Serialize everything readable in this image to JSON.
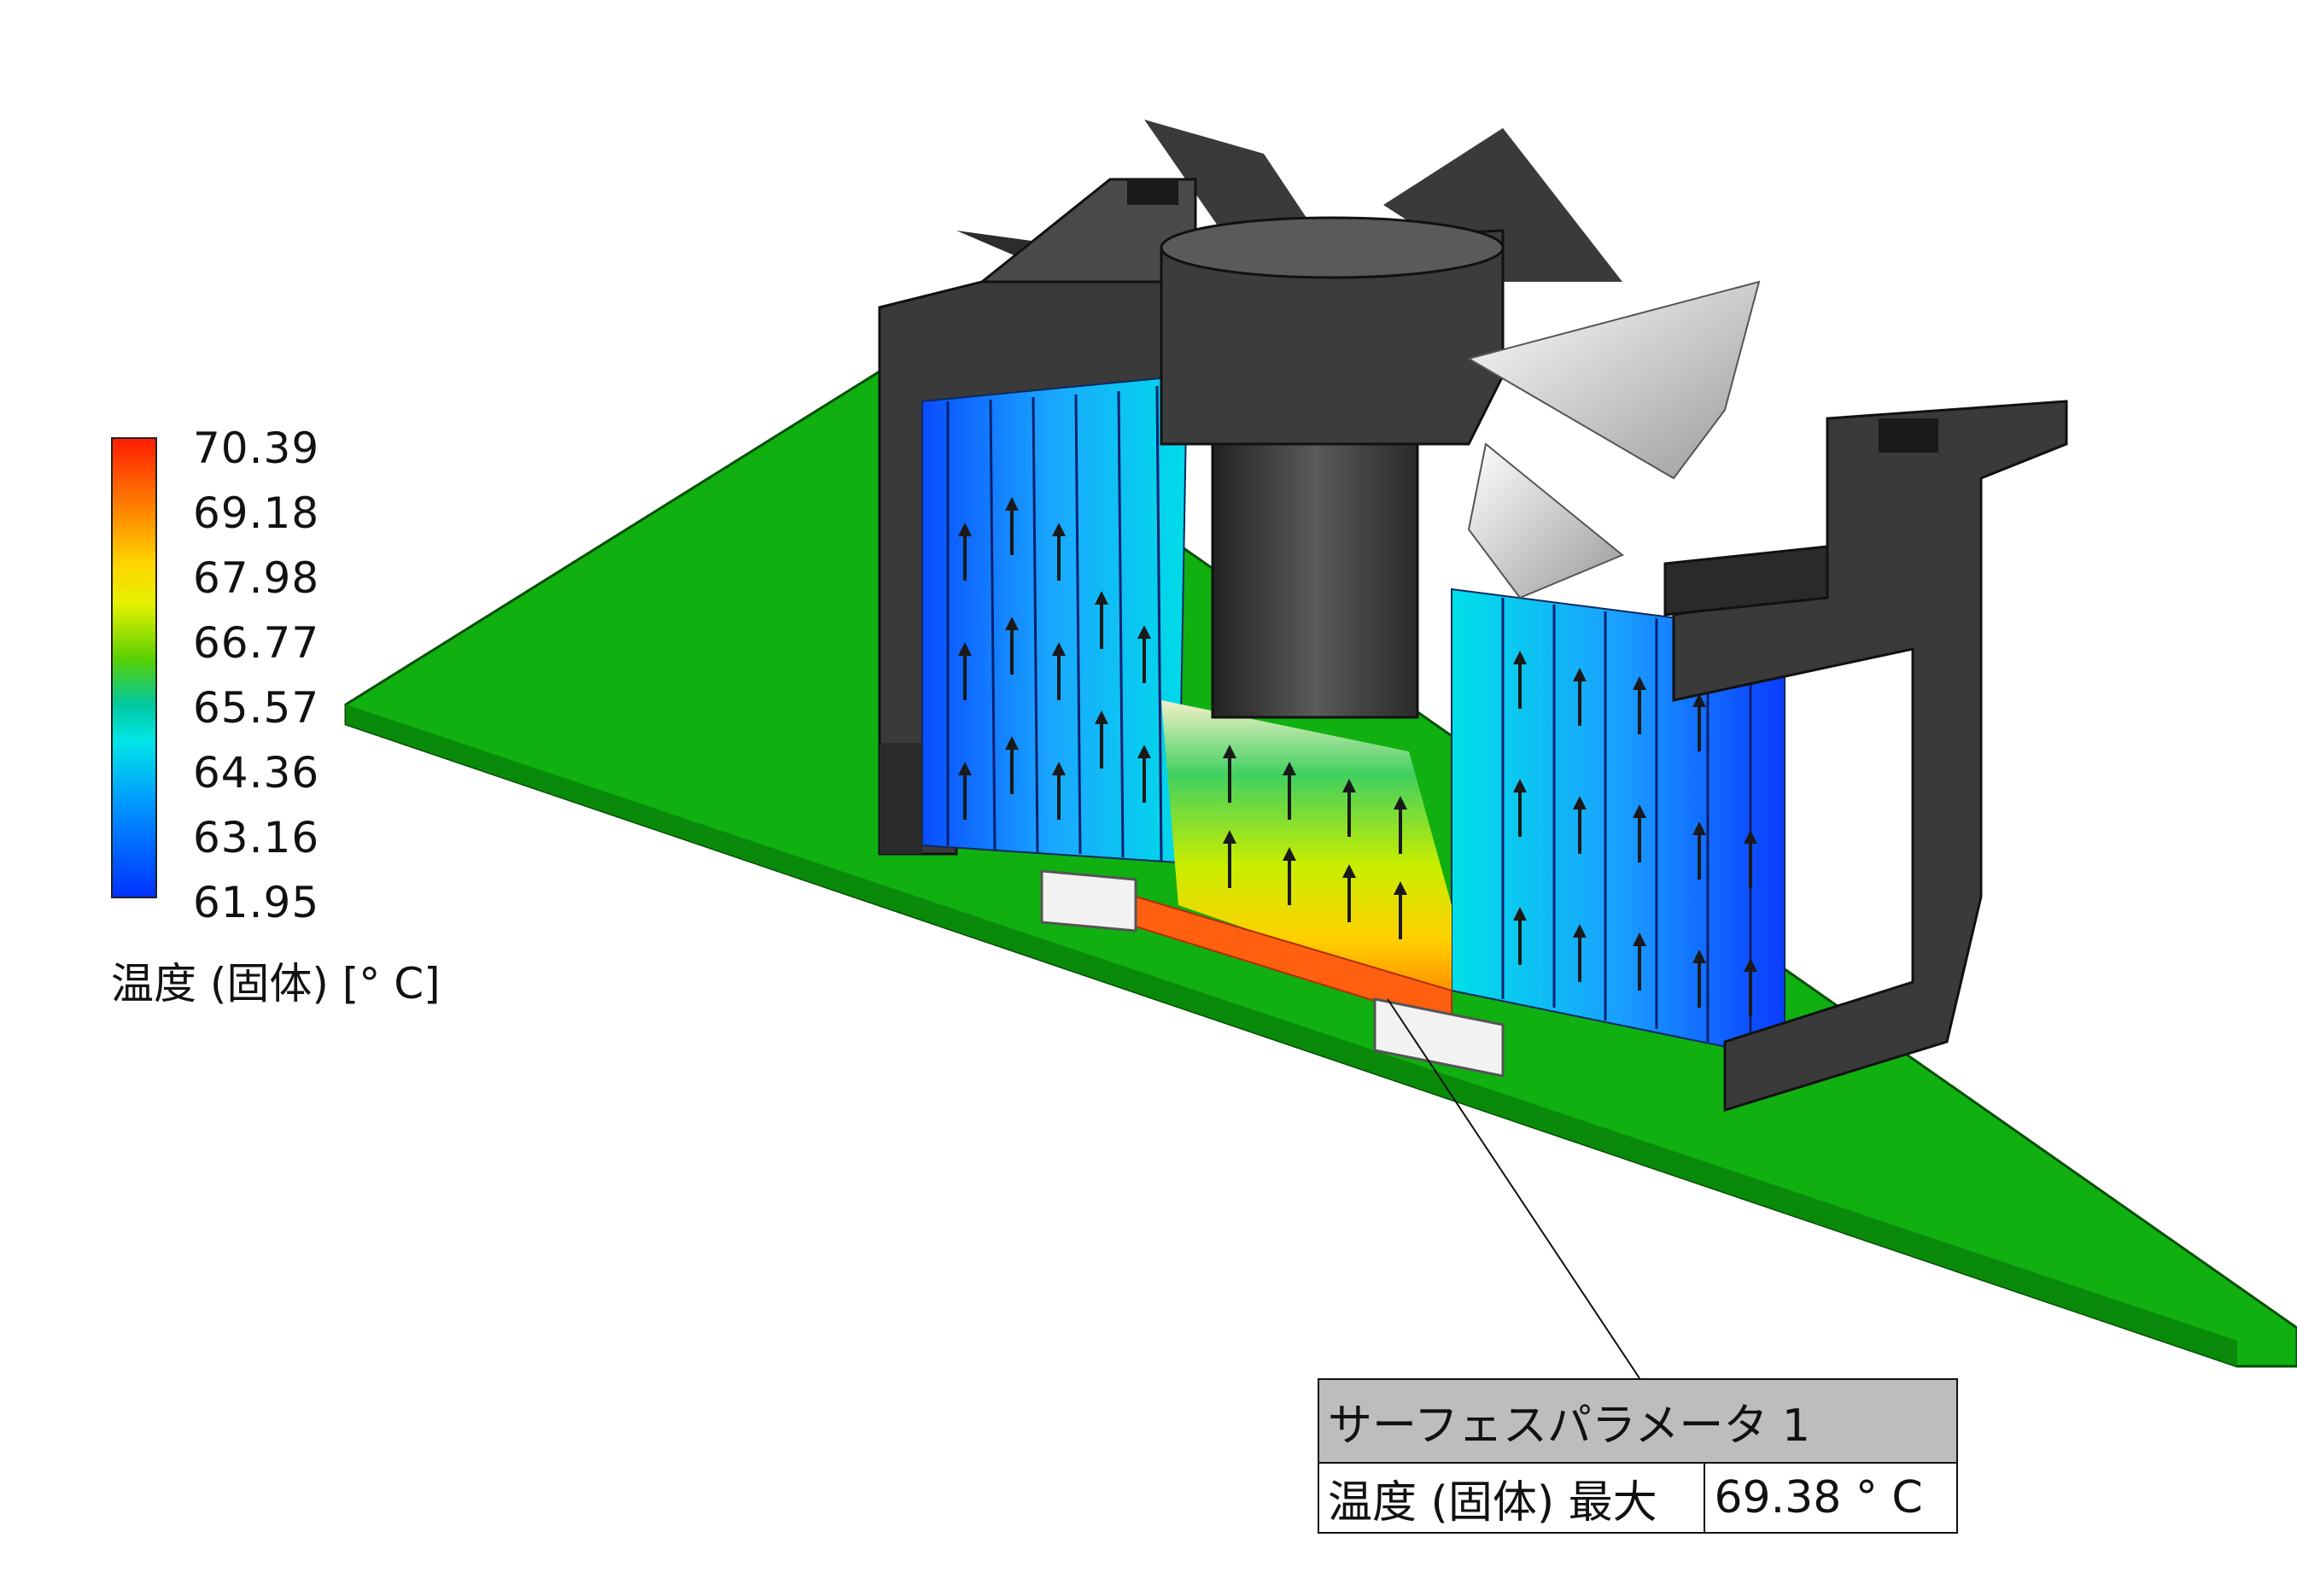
{
  "legend": {
    "ticks": [
      "70.39",
      "69.18",
      "67.98",
      "66.77",
      "65.57",
      "64.36",
      "63.16",
      "61.95"
    ],
    "title": "温度 (固体) [°  C]",
    "colors": [
      "#ff1e00",
      "#ff7a00",
      "#ffd400",
      "#5ad000",
      "#00e6e6",
      "#0096ff",
      "#0032ff"
    ]
  },
  "probe": {
    "name": "サーフェスパラメータ 1",
    "label": "温度 (固体) 最大",
    "value": "69.38 °  C"
  },
  "scene": {
    "board_color": "#10b010",
    "housing_color": "#3a3a3a",
    "hotspot_color": "#ff6010"
  }
}
